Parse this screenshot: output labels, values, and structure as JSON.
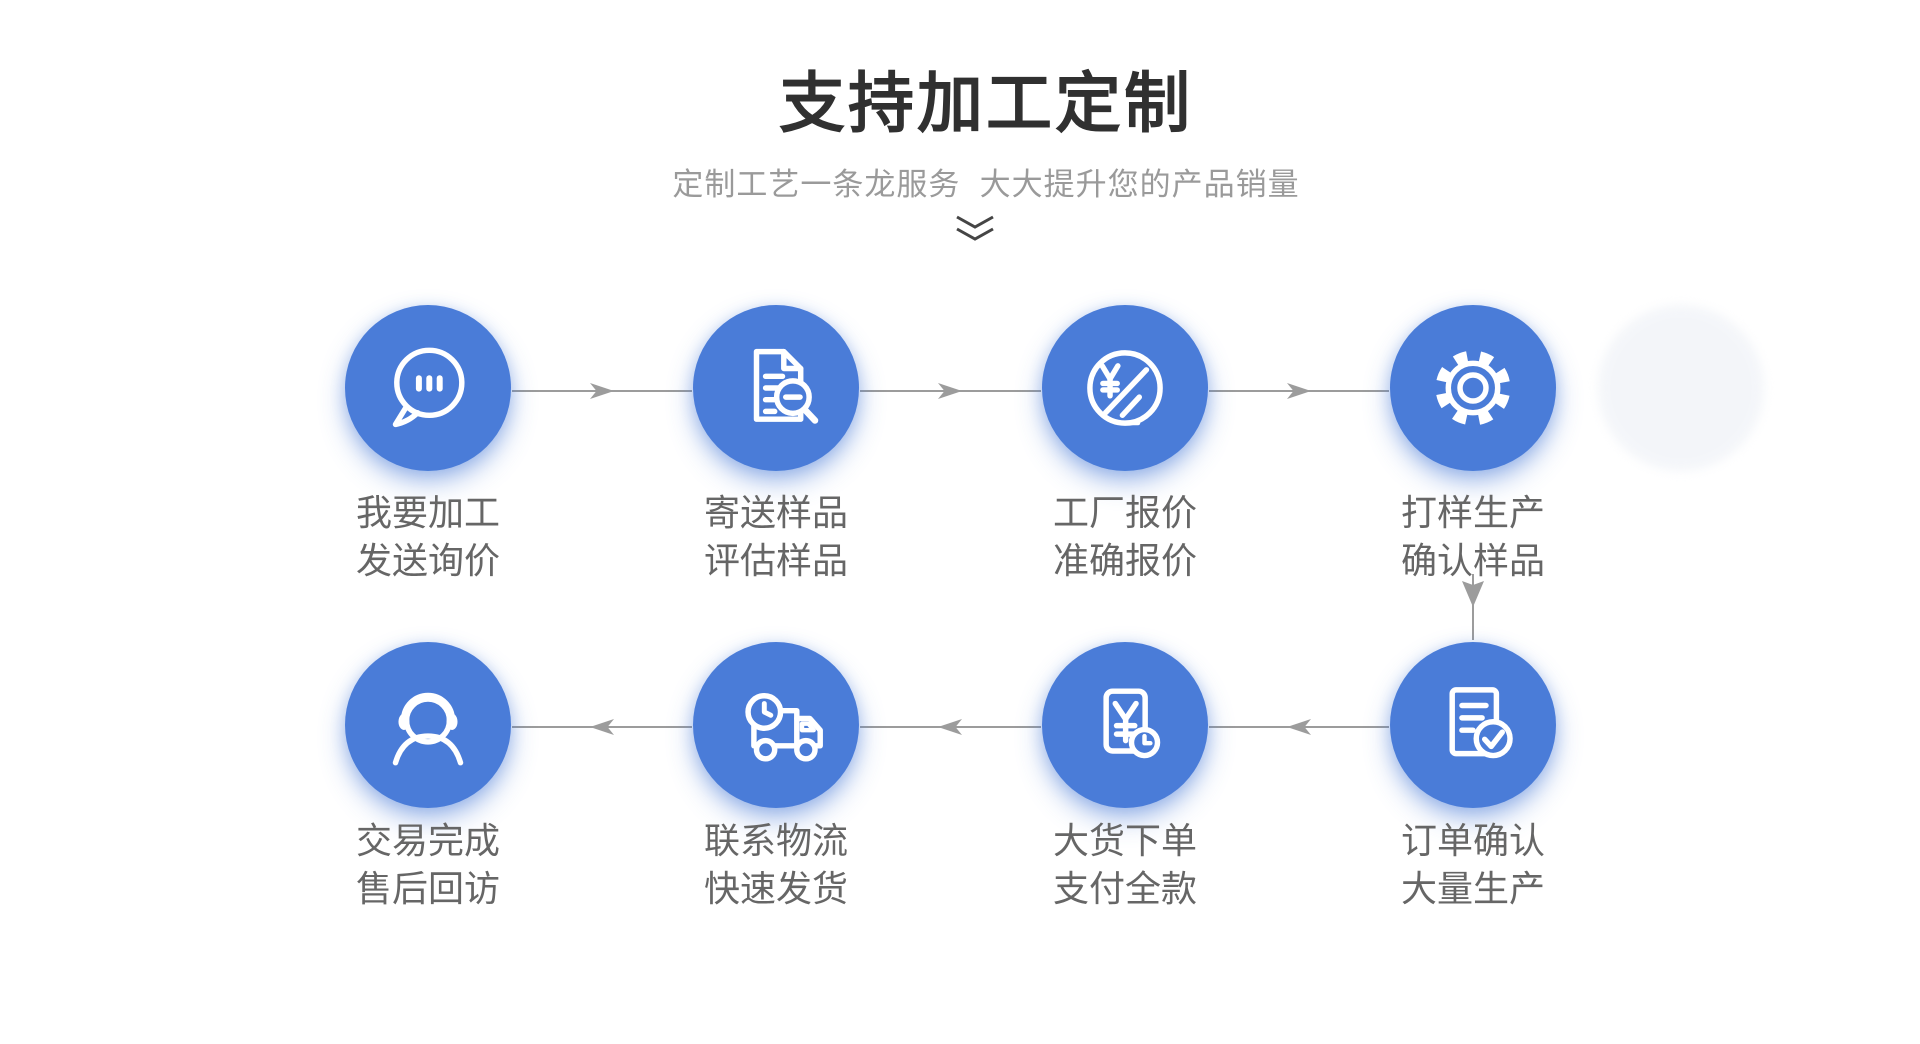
{
  "header": {
    "title": "支持加工定制",
    "subtitle": "定制工艺一条龙服务  大大提升您的产品销量"
  },
  "colors": {
    "accent_blue": "#4a7cd8",
    "icon_stroke": "#ffffff",
    "line_gray": "#9c9c9c",
    "arrow_gray": "#9c9c9c",
    "title_color": "#303030",
    "subtitle_color": "#9a9a9a",
    "label_color": "#666666"
  },
  "flow": {
    "row1_direction": "right",
    "row2_direction": "left",
    "turn_connector": "down"
  },
  "steps": [
    {
      "icon": "chat-bubble-icon",
      "line1": "我要加工",
      "line2": "发送询价"
    },
    {
      "icon": "document-search-icon",
      "line1": "寄送样品",
      "line2": "评估样品"
    },
    {
      "icon": "price-quote-yen-icon",
      "line1": "工厂报价",
      "line2": "准确报价"
    },
    {
      "icon": "gear-icon",
      "line1": "打样生产",
      "line2": "确认样品"
    },
    {
      "icon": "order-confirm-check-icon",
      "line1": "订单确认",
      "line2": "大量生产"
    },
    {
      "icon": "payment-clock-icon",
      "line1": "大货下单",
      "line2": "支付全款"
    },
    {
      "icon": "logistics-truck-icon",
      "line1": "联系物流",
      "line2": "快速发货"
    },
    {
      "icon": "customer-service-headset-icon",
      "line1": "交易完成",
      "line2": "售后回访"
    }
  ]
}
